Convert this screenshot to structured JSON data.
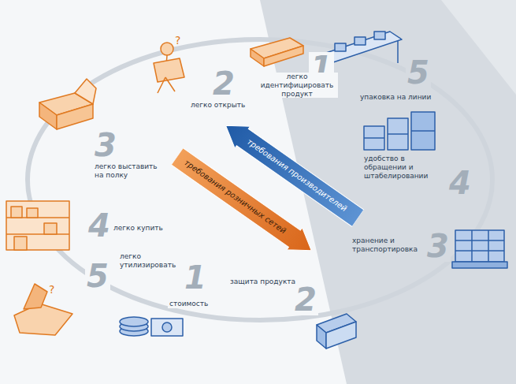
{
  "diagram": {
    "nodes": [
      {
        "text": [
          "требования производителей"
        ]
      },
      {
        "text": [
          "требования розничных сетей"
        ]
      }
    ],
    "labels": [
      "1",
      "легко идентифицировать продукт",
      "2",
      "легко открыть",
      "3",
      "легко выставить на полку",
      "4",
      "легко купить",
      "5",
      "легко утилизировать",
      "5",
      "упаковка на линии",
      "4",
      "удобство в обращении и штабелировании",
      "3",
      "хранение и транспортировка",
      "2",
      "защита продукта",
      "1",
      "стоимость"
    ]
  }
}
